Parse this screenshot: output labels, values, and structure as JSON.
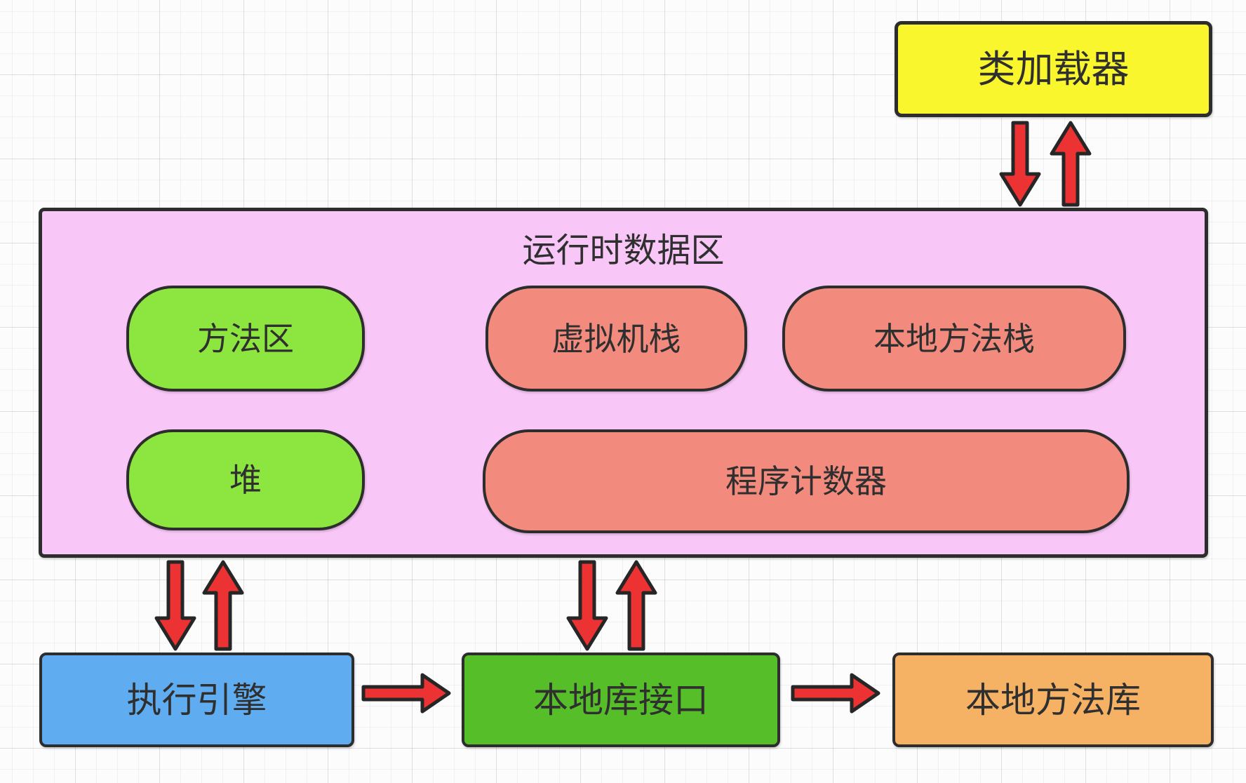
{
  "diagram": {
    "nodes": {
      "class_loader": {
        "label": "类加载器",
        "fill": "#f9f62e"
      },
      "runtime_area": {
        "title": "运行时数据区",
        "fill": "#f8c7f7"
      },
      "method_area": {
        "label": "方法区",
        "fill": "#8de640"
      },
      "vm_stack": {
        "label": "虚拟机栈",
        "fill": "#f28b7d"
      },
      "native_method_stack": {
        "label": "本地方法栈",
        "fill": "#f28b7d"
      },
      "heap": {
        "label": "堆",
        "fill": "#8de640"
      },
      "program_counter": {
        "label": "程序计数器",
        "fill": "#f28b7d"
      },
      "execution_engine": {
        "label": "执行引擎",
        "fill": "#60acf0"
      },
      "native_interface": {
        "label": "本地库接口",
        "fill": "#55be28"
      },
      "native_library": {
        "label": "本地方法库",
        "fill": "#f5b164"
      }
    },
    "colors": {
      "arrow": "#ec3232",
      "border": "#2d2d2d",
      "text": "#2f2f2f"
    }
  }
}
